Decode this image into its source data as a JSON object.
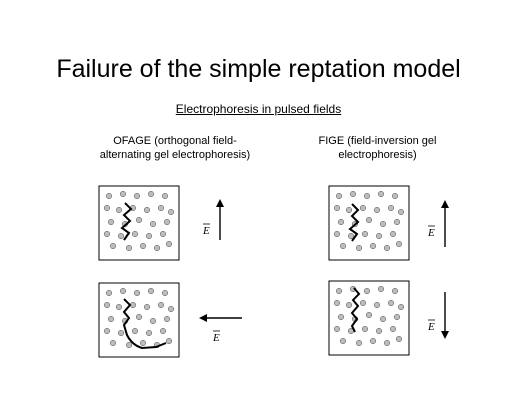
{
  "slide": {
    "title": "Failure of the simple reptation model",
    "subtitle": "Electrophoresis in pulsed fields"
  },
  "columns": {
    "ofage": {
      "line1": "OFAGE (orthogonal field-",
      "line2": "alternating gel electrophoresis)"
    },
    "figе": null,
    "fige": {
      "line1": "FIGE  (field-inversion gel",
      "line2": "electrophoresis)"
    }
  },
  "field_label": "E",
  "field_directions": {
    "ofage_top": "up",
    "ofage_bottom": "left",
    "fige_top": "up",
    "fige_bottom": "down"
  },
  "colors": {
    "gel_particle": "#bdbdbd",
    "particle_outline": "#555555",
    "dna_strand": "#000000"
  }
}
